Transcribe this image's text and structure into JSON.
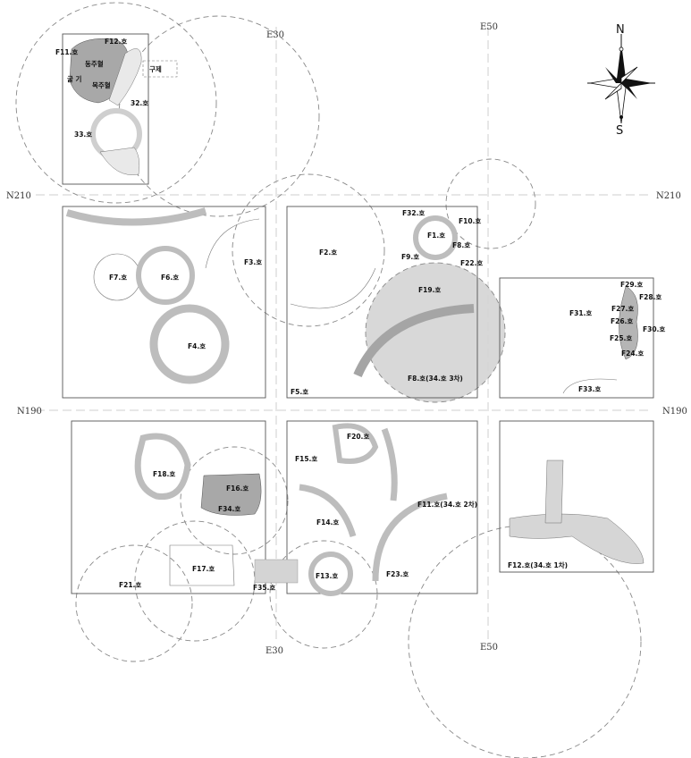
{
  "colors": {
    "panel_border": "#555555",
    "dashed_circle": "#888888",
    "grid_line": "#cfcfcf",
    "stone_fill": "#e9e9e9",
    "stone_dark": "#9a9a9a",
    "shaded_area": "#d4d4d4"
  },
  "grid": {
    "e30": "E30",
    "e50": "E50",
    "n210": "N210",
    "n190": "N190"
  },
  "compass": {
    "north": "N",
    "south": "S",
    "icon": "compass-rose-icon"
  },
  "features": {
    "f11": "F11.호",
    "f12": "F12.호",
    "ganggi": "동주혈",
    "gwal": "구제",
    "bukseok": "목주혈",
    "hwaseok": "굴 기",
    "pit32": "32.호",
    "pit33": "33.호",
    "f32": "F32.호",
    "f10": "F10.호",
    "f1": "F1.호",
    "f8": "F8.호",
    "f9": "F9.호",
    "f22": "F22.호",
    "f2": "F2.호",
    "f19": "F19.호",
    "f7": "F7.호",
    "f6": "F6.호",
    "f3": "F3.호",
    "f4": "F4.호",
    "f5": "F5.호",
    "f8b": "F8.호(34.호 3차)",
    "f29": "F29.호",
    "f28": "F28.호",
    "f27": "F27.호",
    "f31": "F31.호",
    "f26": "F26.호",
    "f30": "F30.호",
    "f25": "F25.호",
    "f24": "F24.호",
    "f33": "F33.호",
    "f18": "F18.호",
    "f16": "F16.호",
    "f34": "F34.호",
    "f17": "F17.호",
    "f21": "F21.호",
    "f35": "F35.호",
    "f20": "F20.호",
    "f15": "F15.호",
    "f14": "F14.호",
    "f11b": "F11.호(34.호 2차)",
    "f13": "F13.호",
    "f23": "F23.호",
    "f12b": "F12.호(34.호 1차)"
  }
}
